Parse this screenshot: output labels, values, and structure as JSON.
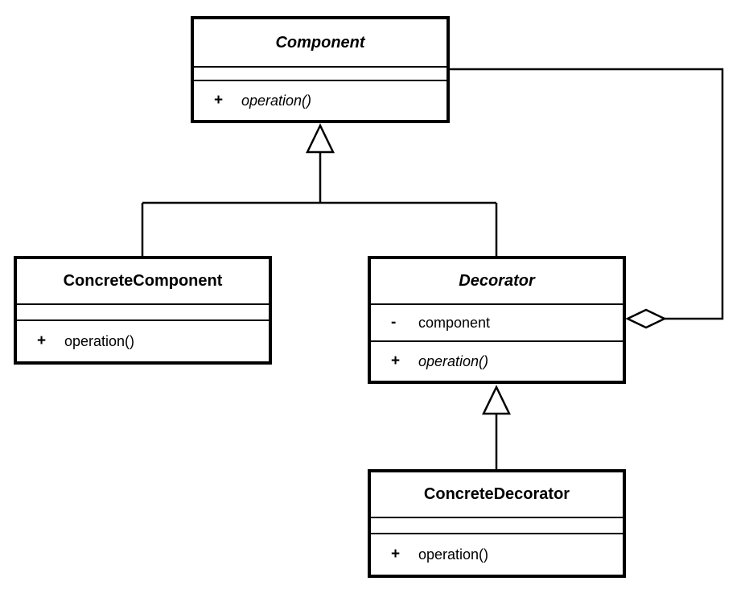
{
  "diagram": {
    "kind": "uml-class-diagram",
    "colors": {
      "line": "#000000",
      "background": "#ffffff",
      "box_fill": "#ffffff"
    },
    "classes": {
      "component": {
        "name": "Component",
        "abstract": true,
        "attributes": [],
        "operations": [
          {
            "visibility": "+",
            "signature": "operation()",
            "abstract": true
          }
        ]
      },
      "concreteComponent": {
        "name": "ConcreteComponent",
        "abstract": false,
        "attributes": [],
        "operations": [
          {
            "visibility": "+",
            "signature": "operation()",
            "abstract": false
          }
        ]
      },
      "decorator": {
        "name": "Decorator",
        "abstract": true,
        "attributes": [
          {
            "visibility": "-",
            "name": "component"
          }
        ],
        "operations": [
          {
            "visibility": "+",
            "signature": "operation()",
            "abstract": true
          }
        ]
      },
      "concreteDecorator": {
        "name": "ConcreteDecorator",
        "abstract": false,
        "attributes": [],
        "operations": [
          {
            "visibility": "+",
            "signature": "operation()",
            "abstract": false
          }
        ]
      }
    },
    "relationships": [
      {
        "type": "generalization",
        "from": "ConcreteComponent",
        "to": "Component"
      },
      {
        "type": "generalization",
        "from": "Decorator",
        "to": "Component"
      },
      {
        "type": "generalization",
        "from": "ConcreteDecorator",
        "to": "Decorator"
      },
      {
        "type": "aggregation",
        "owner": "Decorator",
        "part": "Component"
      }
    ]
  }
}
